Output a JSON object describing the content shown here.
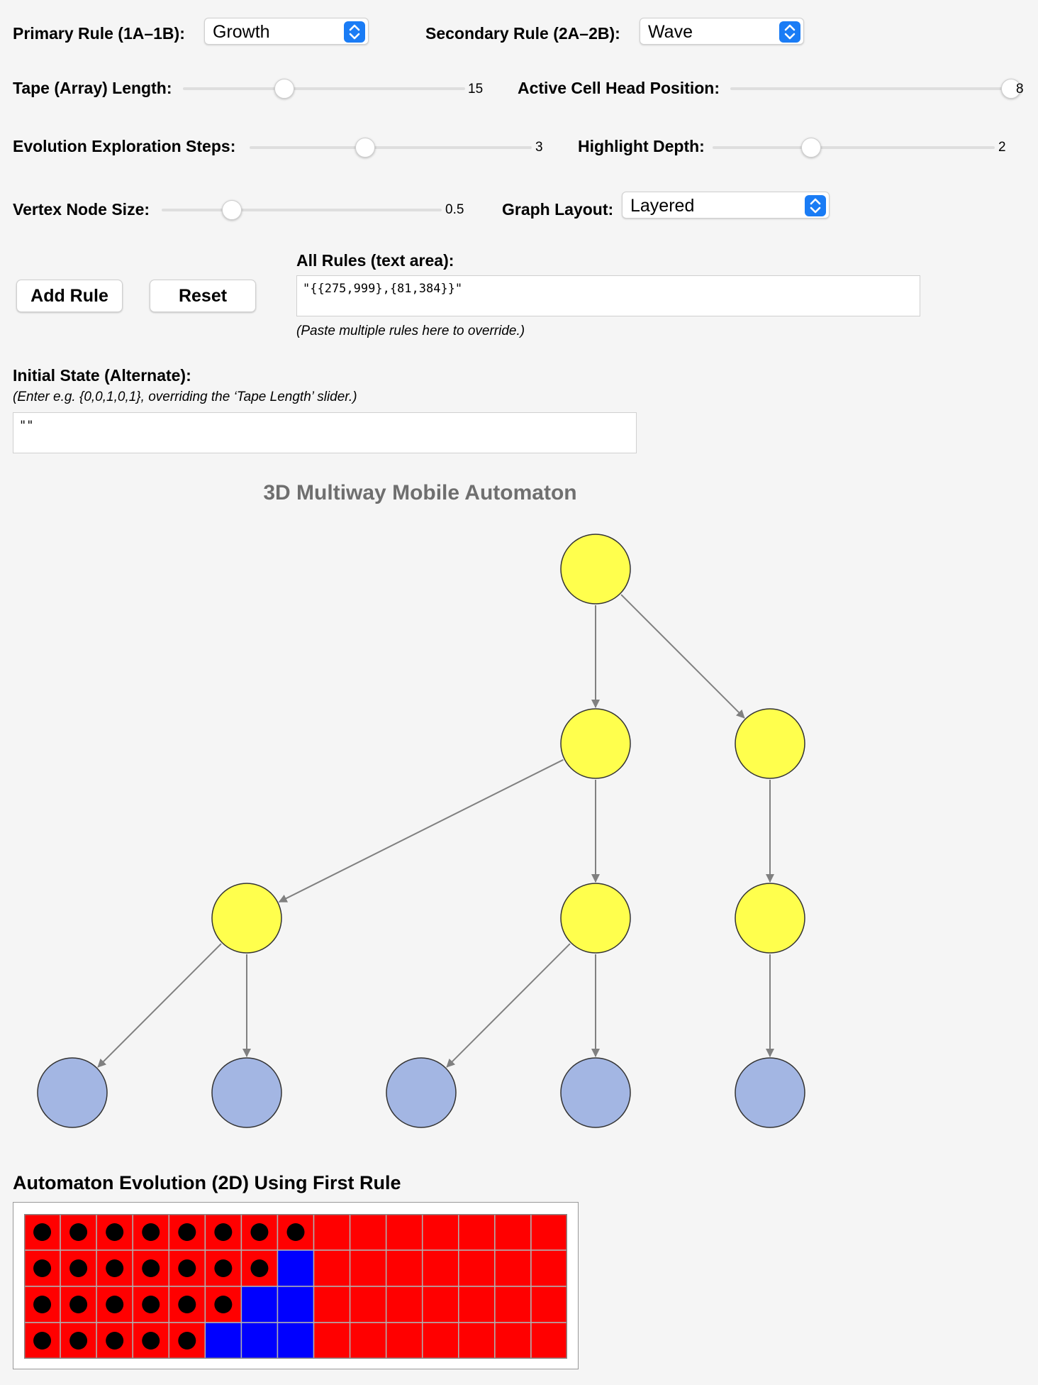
{
  "controls": {
    "primary_rule": {
      "label": "Primary Rule (1A–1B):",
      "value": "Growth"
    },
    "secondary_rule": {
      "label": "Secondary Rule (2A–2B):",
      "value": "Wave"
    },
    "tape_length": {
      "label": "Tape (Array) Length:",
      "value": "15",
      "fraction": 0.36
    },
    "head_position": {
      "label": "Active Cell Head Position:",
      "value": "8",
      "fraction": 1.0
    },
    "exploration_steps": {
      "label": "Evolution Exploration Steps:",
      "value": "3",
      "fraction": 0.41
    },
    "highlight_depth": {
      "label": "Highlight Depth:",
      "value": "2",
      "fraction": 0.35
    },
    "node_size": {
      "label": "Vertex Node Size:",
      "value": "0.5",
      "fraction": 0.25
    },
    "graph_layout": {
      "label": "Graph Layout:",
      "value": "Layered"
    },
    "add_rule_button": "Add Rule",
    "reset_button": "Reset",
    "all_rules": {
      "label": "All Rules (text area):",
      "value": "\"{{275,999},{81,384}}\"",
      "note": "(Paste multiple rules here to override.)"
    },
    "initial_state": {
      "label": "Initial State (Alternate):",
      "note": "(Enter e.g. {0,0,1,0,1}, overriding the ‘Tape Length’ slider.)",
      "value": "\"\""
    }
  },
  "graph": {
    "title": "3D Multiway Mobile Automaton",
    "colors": {
      "highlight_node": "#ffff4d",
      "other_node": "#a3b6e3",
      "edge": "#808080"
    },
    "levels": [
      [
        "n0"
      ],
      [
        "n1",
        "n2"
      ],
      [
        "n3",
        "n4",
        "n5"
      ],
      [
        "n6",
        "n7",
        "n8",
        "n9",
        "n10"
      ]
    ],
    "highlighted": [
      "n0",
      "n1",
      "n2",
      "n3",
      "n4",
      "n5"
    ],
    "edges": [
      [
        "n0",
        "n1"
      ],
      [
        "n0",
        "n2"
      ],
      [
        "n1",
        "n3"
      ],
      [
        "n1",
        "n4"
      ],
      [
        "n2",
        "n5"
      ],
      [
        "n3",
        "n6"
      ],
      [
        "n3",
        "n7"
      ],
      [
        "n4",
        "n8"
      ],
      [
        "n4",
        "n9"
      ],
      [
        "n5",
        "n10"
      ]
    ]
  },
  "evolution": {
    "title": "Automaton Evolution (2D) Using First Rule",
    "colors": {
      "zero": "#ff0000",
      "one": "#0000ff",
      "head_marker": "#000000"
    },
    "rows": [
      [
        0,
        0,
        0,
        0,
        0,
        0,
        0,
        0,
        0,
        0,
        0,
        0,
        0,
        0,
        0
      ],
      [
        0,
        0,
        0,
        0,
        0,
        0,
        0,
        1,
        0,
        0,
        0,
        0,
        0,
        0,
        0
      ],
      [
        0,
        0,
        0,
        0,
        0,
        0,
        1,
        1,
        0,
        0,
        0,
        0,
        0,
        0,
        0
      ],
      [
        0,
        0,
        0,
        0,
        0,
        1,
        1,
        1,
        0,
        0,
        0,
        0,
        0,
        0,
        0
      ]
    ],
    "dots": [
      8,
      7,
      6,
      5
    ]
  }
}
